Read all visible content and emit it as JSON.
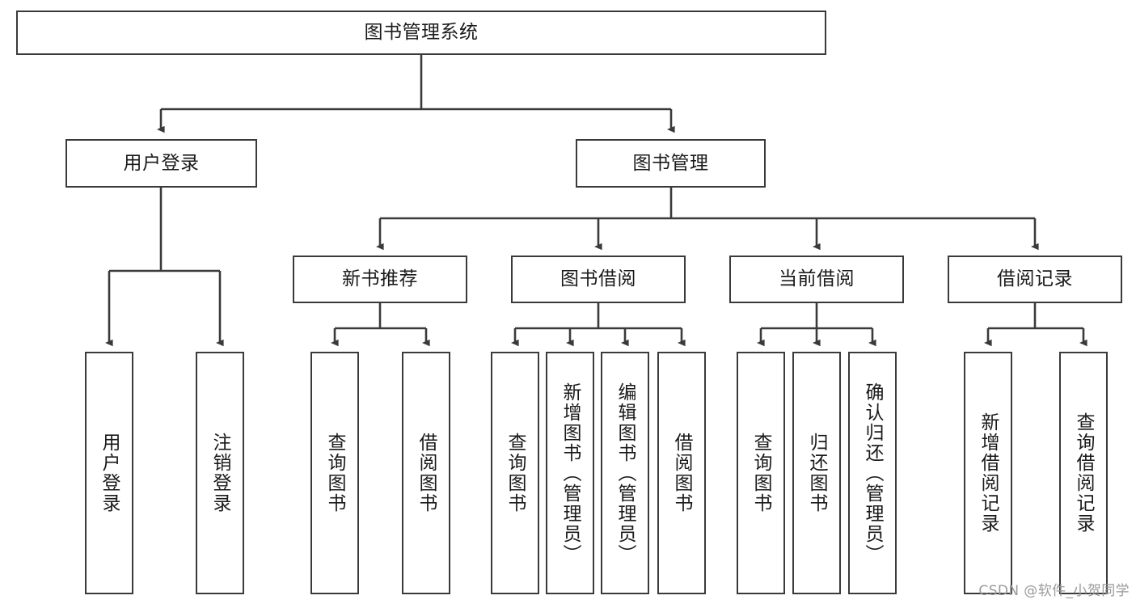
{
  "diagram": {
    "title_node": {
      "label": "图书管理系统"
    },
    "level1": [
      {
        "id": "user-login",
        "label": "用户登录"
      },
      {
        "id": "book-management",
        "label": "图书管理"
      }
    ],
    "level2": [
      {
        "id": "new-book-recommend",
        "label": "新书推荐"
      },
      {
        "id": "book-borrow",
        "label": "图书借阅"
      },
      {
        "id": "current-borrow",
        "label": "当前借阅"
      },
      {
        "id": "borrow-record",
        "label": "借阅记录"
      }
    ],
    "leaves": [
      {
        "id": "leaf-user-login",
        "label": "用户登录",
        "parent": "user-login"
      },
      {
        "id": "leaf-logout",
        "label": "注销登录",
        "parent": "user-login"
      },
      {
        "id": "leaf-query-book-1",
        "label": "查询图书",
        "parent": "new-book-recommend"
      },
      {
        "id": "leaf-borrow-book-1",
        "label": "借阅图书",
        "parent": "new-book-recommend"
      },
      {
        "id": "leaf-query-book-2",
        "label": "查询图书",
        "parent": "book-borrow"
      },
      {
        "id": "leaf-add-book",
        "label": "新增图书（管理员）",
        "parent": "book-borrow"
      },
      {
        "id": "leaf-edit-book",
        "label": "编辑图书（管理员）",
        "parent": "book-borrow"
      },
      {
        "id": "leaf-borrow-book-2",
        "label": "借阅图书",
        "parent": "book-borrow"
      },
      {
        "id": "leaf-query-book-3",
        "label": "查询图书",
        "parent": "current-borrow"
      },
      {
        "id": "leaf-return-book",
        "label": "归还图书",
        "parent": "current-borrow"
      },
      {
        "id": "leaf-confirm-return",
        "label": "确认归还（管理员）",
        "parent": "current-borrow"
      },
      {
        "id": "leaf-add-record",
        "label": "新增借阅记录",
        "parent": "borrow-record"
      },
      {
        "id": "leaf-query-record",
        "label": "查询借阅记录",
        "parent": "borrow-record"
      }
    ],
    "watermark": "CSDN @软件_小贺同学",
    "colors": {
      "stroke": "#3a3a3a",
      "fill": "#ffffff",
      "text": "#1a1a1a",
      "watermark": "#9a9a9a"
    }
  }
}
